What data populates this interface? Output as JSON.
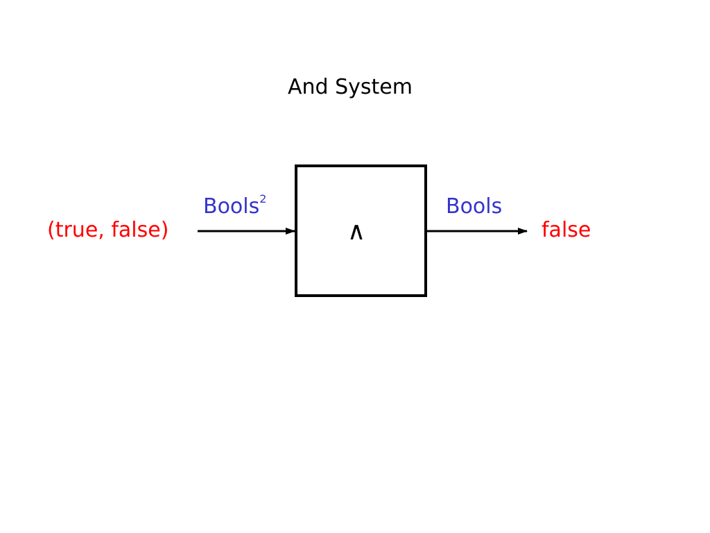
{
  "title": "And System",
  "input": {
    "value": "(true, false)",
    "type": "Bools",
    "type_exponent": "2"
  },
  "block": {
    "operator": "∧"
  },
  "output": {
    "type": "Bools",
    "value": "false"
  },
  "colors": {
    "value_text": "#ff0000",
    "type_text": "#3333cc",
    "lines": "#000000"
  }
}
